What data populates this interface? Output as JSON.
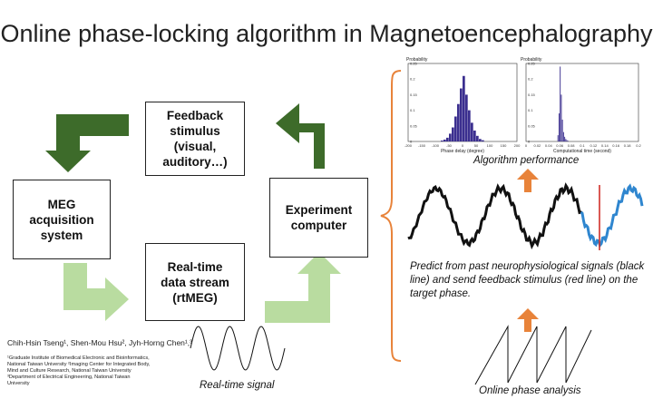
{
  "title": "Online phase-locking algorithm in Magnetoencephalography",
  "boxes": {
    "feedback": "Feedback\nstimulus\n(visual,\nauditory…)",
    "meg": "MEG\nacquisition\nsystem",
    "experiment": "Experiment\ncomputer",
    "realtime": "Real-time\ndata stream\n(rtMEG)"
  },
  "captions": {
    "algorithm_performance": "Algorithm performance",
    "predict": "Predict from past neurophysiological signals (black line) and send feedback stimulus (red line) on the target phase.",
    "real_time_signal": "Real-time signal",
    "online_phase_analysis": "Online phase analysis"
  },
  "authors": "Chih-Hsin Tseng¹, Shen-Mou Hsu², Jyh-Horng Chen¹,³",
  "affiliations": "¹Graduate Institute of Biomedical Electronic and Bioinformatics,\nNational Taiwan University ²Imaging Center for Integrated Body,\nMind and Culture Research, National Taiwan University\n³Department of Electrical Engineering, National Taiwan\nUniversity",
  "colors": {
    "dark_green": "#3d6b2a",
    "light_green": "#b9dca0",
    "orange": "#e8833a",
    "histogram": "#3b2f8f",
    "prediction": "#2f86cf",
    "feedback_line": "#d0302a"
  },
  "chart_data": [
    {
      "type": "bar",
      "ylabel": "Probability",
      "xlabel": "Phase delay (degree)",
      "x_ticks": [
        "-200",
        "-150",
        "-100",
        "-50",
        "0",
        "50",
        "100",
        "150",
        "200"
      ],
      "y_ticks": [
        "0",
        "0.05",
        "0.1",
        "0.15",
        "0.2",
        "0.25"
      ],
      "xlim": [
        -200,
        200
      ],
      "ylim": [
        0,
        0.25
      ],
      "bin_width": 10,
      "bins": [
        -80,
        -70,
        -60,
        -50,
        -40,
        -30,
        -20,
        -10,
        0,
        10,
        20,
        30,
        40,
        50,
        60,
        70
      ],
      "values": [
        0.003,
        0.006,
        0.012,
        0.025,
        0.045,
        0.08,
        0.12,
        0.17,
        0.21,
        0.15,
        0.1,
        0.06,
        0.035,
        0.018,
        0.008,
        0.004
      ]
    },
    {
      "type": "bar",
      "ylabel": "Probability",
      "xlabel": "Computational time (second)",
      "x_ticks": [
        "0",
        "0.02",
        "0.04",
        "0.06",
        "0.08",
        "0.1",
        "0.12",
        "0.14",
        "0.16",
        "0.18",
        "0.2"
      ],
      "y_ticks": [
        "0",
        "0.05",
        "0.1",
        "0.15",
        "0.2",
        "0.25"
      ],
      "xlim": [
        0,
        0.2
      ],
      "ylim": [
        0,
        0.25
      ],
      "bin_width": 0.002,
      "bins": [
        0.056,
        0.058,
        0.06,
        0.062,
        0.064,
        0.066,
        0.068,
        0.07,
        0.072,
        0.074
      ],
      "values": [
        0.02,
        0.09,
        0.24,
        0.15,
        0.07,
        0.03,
        0.015,
        0.008,
        0.004,
        0.002
      ]
    }
  ]
}
